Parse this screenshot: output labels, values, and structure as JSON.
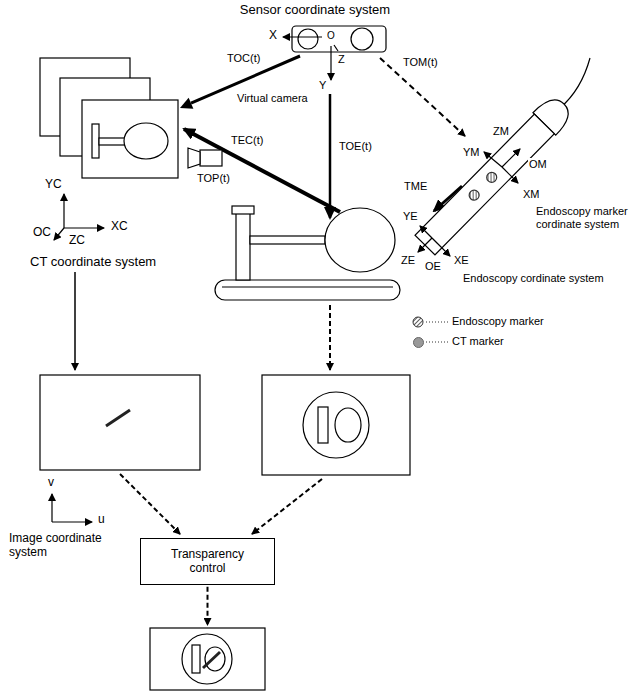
{
  "diagram": {
    "nodes": [
      {
        "text": [
          "Sensor coordinate system"
        ]
      },
      {
        "text": [
          "CT coordinate system"
        ]
      },
      {
        "text": [
          "Transparency control"
        ]
      }
    ],
    "edges": [
      {
        "from": 0,
        "to": 1,
        "arrow": "to",
        "label": "TOC(t)"
      }
    ],
    "labels": [
      "X",
      "O",
      "Z",
      "Y",
      "Virtual camera",
      "TOP(t)",
      "TOM(t)",
      "TOE(t)",
      "TEC(t)",
      "TME",
      "YM",
      "ZM",
      "XM",
      "OM",
      "Endoscopy marker cordinate system",
      "YE",
      "OE",
      "XE",
      "ZE",
      "Endoscopy cordinate system",
      "YC",
      "XC",
      "OC",
      "ZC",
      "v",
      "u",
      "Image coordinate system"
    ],
    "legend": [
      {
        "text": "Endoscopy marker"
      },
      {
        "text": "CT marker",
        "color": "#999999"
      }
    ]
  }
}
